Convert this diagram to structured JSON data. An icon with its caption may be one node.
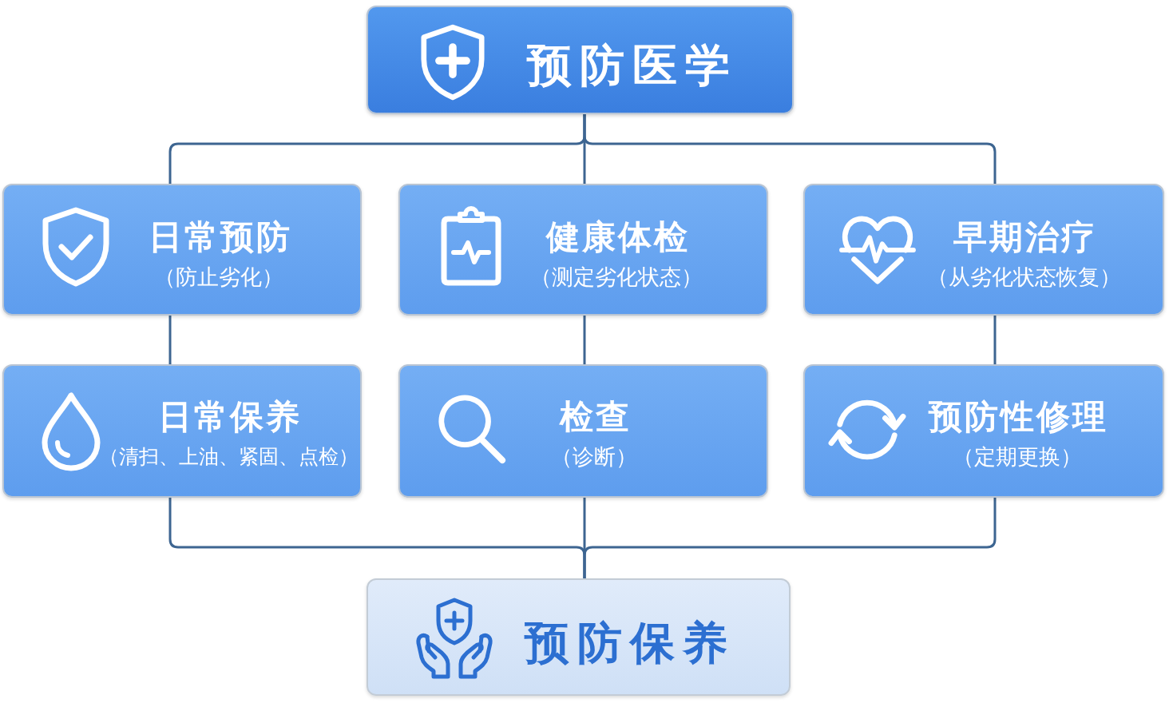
{
  "diagram": {
    "nodes": [
      {
        "text": [
          "预防医学"
        ]
      },
      {
        "text": [
          "日常预防",
          "（防止劣化）"
        ]
      },
      {
        "text": [
          "健康体检",
          "（测定劣化状态）"
        ]
      },
      {
        "text": [
          "早期治疗",
          "（从劣化状态恢复）"
        ]
      },
      {
        "text": [
          "日常保养",
          "（清扫、上油、紧固、点检）"
        ]
      },
      {
        "text": [
          "检查",
          "（诊断）"
        ]
      },
      {
        "text": [
          "预防性修理",
          "（定期更换）"
        ]
      },
      {
        "text": [
          "预防保养"
        ]
      }
    ],
    "edges": [
      {
        "from": 0,
        "to": 1,
        "arrow": "none"
      },
      {
        "from": 0,
        "to": 2,
        "arrow": "none"
      },
      {
        "from": 0,
        "to": 3,
        "arrow": "none"
      },
      {
        "from": 1,
        "to": 4,
        "arrow": "none"
      },
      {
        "from": 2,
        "to": 5,
        "arrow": "none"
      },
      {
        "from": 3,
        "to": 6,
        "arrow": "none"
      },
      {
        "from": 4,
        "to": 7,
        "arrow": "none"
      },
      {
        "from": 5,
        "to": 7,
        "arrow": "none"
      },
      {
        "from": 6,
        "to": 7,
        "arrow": "none"
      }
    ]
  }
}
